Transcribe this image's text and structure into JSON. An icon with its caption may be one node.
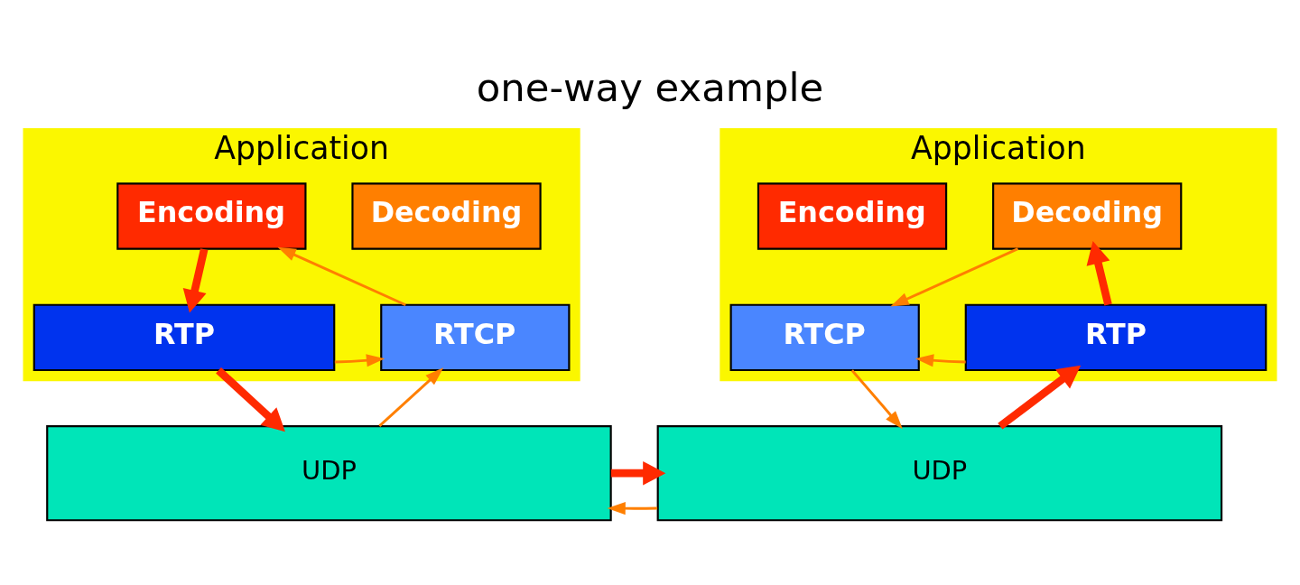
{
  "diagram": {
    "title": "one-way example",
    "nodes": [
      {
        "text": [
          "Application"
        ]
      },
      {
        "text": [
          "Encoding"
        ],
        "in": 0
      },
      {
        "text": [
          "Decoding"
        ],
        "in": 0
      },
      {
        "text": [
          "RTP"
        ],
        "in": 0
      },
      {
        "text": [
          "RTCP"
        ],
        "in": 0
      },
      {
        "text": [
          "UDP"
        ]
      },
      {
        "text": [
          "Application"
        ]
      },
      {
        "text": [
          "Encoding"
        ],
        "in": 6
      },
      {
        "text": [
          "Decoding"
        ],
        "in": 6
      },
      {
        "text": [
          "RTCP"
        ],
        "in": 6
      },
      {
        "text": [
          "RTP"
        ],
        "in": 6
      },
      {
        "text": [
          "UDP"
        ]
      }
    ],
    "edges": [
      {
        "from": 1,
        "to": 3,
        "arrow": "to",
        "style": "thick",
        "color": "#ff2a00"
      },
      {
        "from": 3,
        "to": 5,
        "arrow": "to",
        "style": "thick",
        "color": "#ff2a00"
      },
      {
        "from": 3,
        "to": 4,
        "arrow": "to"
      },
      {
        "from": 5,
        "to": 4,
        "arrow": "to"
      },
      {
        "from": 4,
        "to": 1,
        "arrow": "to"
      },
      {
        "from": 11,
        "to": 5,
        "arrow": "to"
      },
      {
        "from": 5,
        "to": 11,
        "arrow": "to",
        "style": "thick",
        "color": "#ff2a00"
      },
      {
        "from": 11,
        "to": 10,
        "arrow": "to",
        "style": "thick",
        "color": "#ff2a00"
      },
      {
        "from": 10,
        "to": 8,
        "arrow": "to",
        "style": "thick",
        "color": "#ff2a00"
      },
      {
        "from": 10,
        "to": 9,
        "arrow": "to"
      },
      {
        "from": 8,
        "to": 9,
        "arrow": "to"
      },
      {
        "from": 9,
        "to": 11,
        "arrow": "to"
      }
    ]
  }
}
